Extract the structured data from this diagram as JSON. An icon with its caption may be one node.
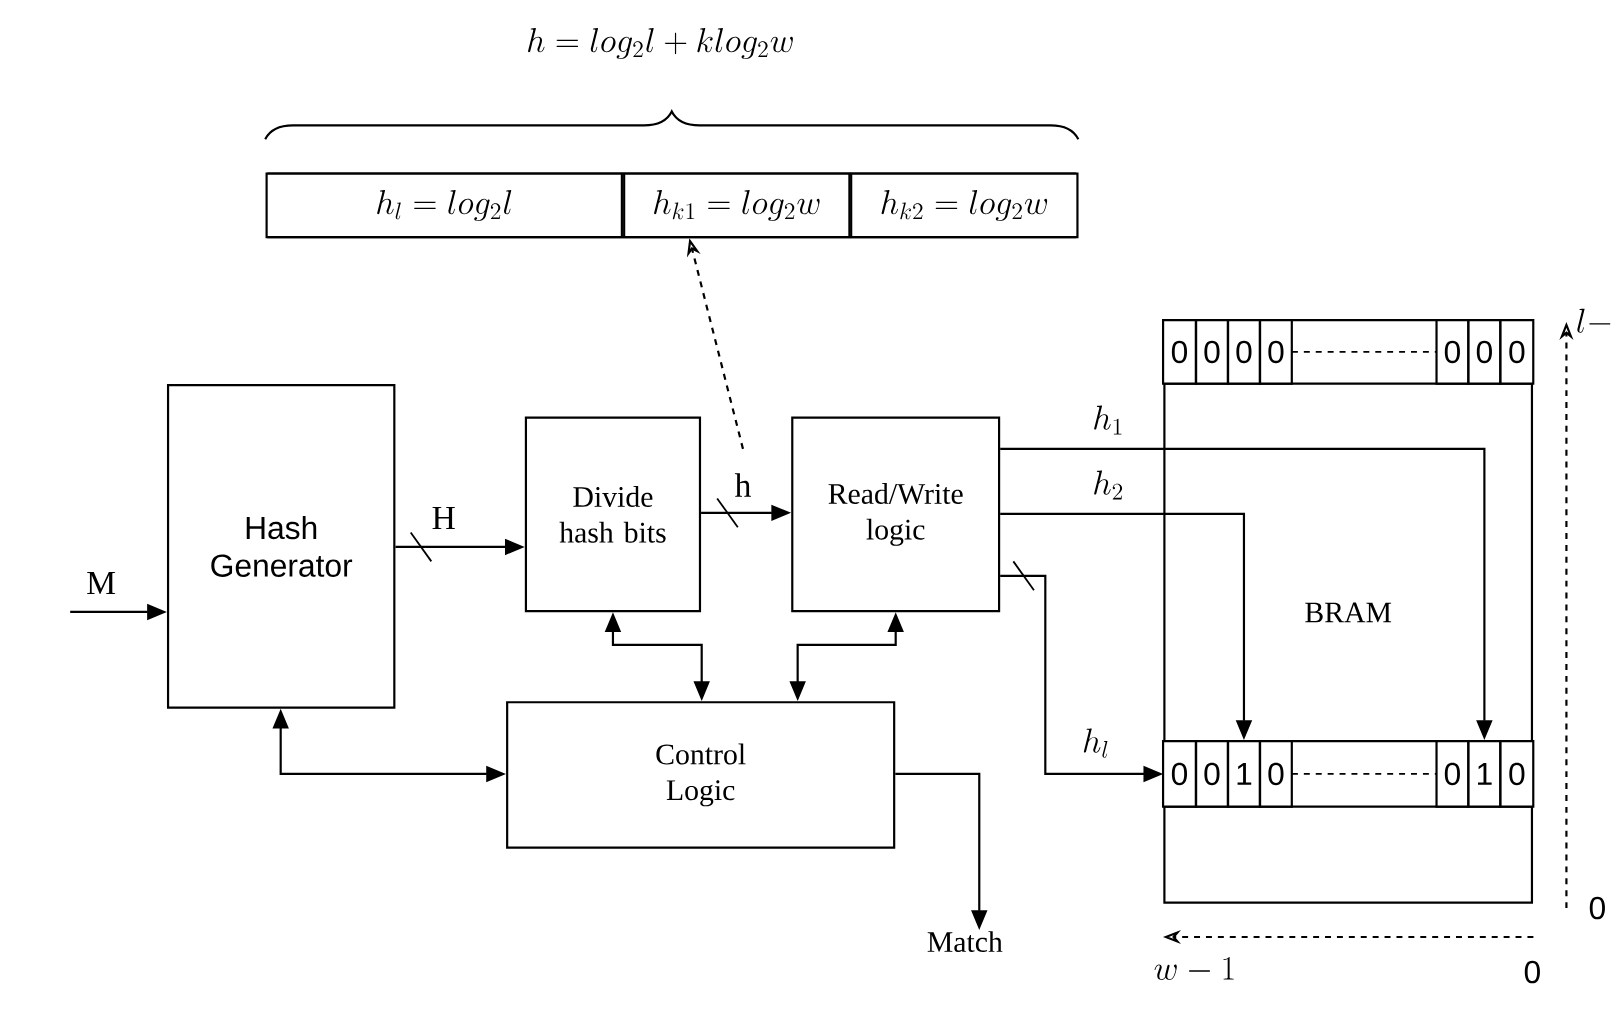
{
  "diagram": {
    "nodes": [
      {
        "text": [
          "Hash Generator"
        ]
      },
      {
        "text": [
          "Divide hash bits"
        ]
      },
      {
        "text": [
          "Read/Write logic"
        ]
      },
      {
        "text": [
          "Control Logic"
        ]
      },
      {
        "text": [
          "BRAM"
        ]
      },
      {
        "text": [],
        "shape": "box",
        "in": 4
      },
      {
        "text": [
          "0"
        ],
        "in": 5
      },
      {
        "text": [
          "0"
        ],
        "in": 5
      },
      {
        "text": [
          "0"
        ],
        "in": 5
      },
      {
        "text": [
          "0"
        ],
        "in": 5
      },
      {
        "text": [
          "0"
        ],
        "in": 5
      },
      {
        "text": [
          "0"
        ],
        "in": 5
      },
      {
        "text": [
          "0"
        ],
        "in": 5
      },
      {
        "text": [],
        "shape": "box",
        "in": 4
      },
      {
        "text": [
          "0"
        ],
        "in": 13
      },
      {
        "text": [
          "0"
        ],
        "in": 13
      },
      {
        "text": [
          "1"
        ],
        "in": 13
      },
      {
        "text": [
          "0"
        ],
        "in": 13
      },
      {
        "text": [
          "0"
        ],
        "in": 13
      },
      {
        "text": [
          "1"
        ],
        "in": 13
      },
      {
        "text": [
          "0"
        ],
        "in": 13
      },
      {
        "text": [],
        "shape": "box"
      },
      {
        "text": [
          "h_l = log_2 l"
        ],
        "in": 21
      },
      {
        "text": [
          "h_{k1} = log_2 w"
        ],
        "in": 21
      },
      {
        "text": [
          "h_{k2} = log_2 w"
        ],
        "in": 21
      },
      {
        "text": [
          "Match"
        ]
      }
    ],
    "edges": [
      {
        "from": null,
        "to": 0,
        "arrow": "to",
        "label": "M"
      },
      {
        "from": 0,
        "to": 1,
        "arrow": "to",
        "label": "H"
      },
      {
        "from": 1,
        "to": 2,
        "arrow": "to",
        "label": "h"
      },
      {
        "from": null,
        "to": 21,
        "arrow": "to",
        "style": "dashed"
      },
      {
        "from": 2,
        "to": 19,
        "arrow": "to",
        "label": "h_1"
      },
      {
        "from": 2,
        "to": 16,
        "arrow": "to",
        "label": "h_2"
      },
      {
        "from": 2,
        "to": 13,
        "arrow": "to",
        "label": "h_l"
      },
      {
        "from": 0,
        "to": 3,
        "arrow": "both"
      },
      {
        "from": 1,
        "to": 3,
        "arrow": "both"
      },
      {
        "from": 2,
        "to": 3,
        "arrow": "both"
      },
      {
        "from": 3,
        "to": 25,
        "arrow": "to"
      }
    ],
    "labels": [
      "h = log_2 l + k log_2 w",
      "l -",
      "0",
      "w - 1",
      "0"
    ]
  }
}
